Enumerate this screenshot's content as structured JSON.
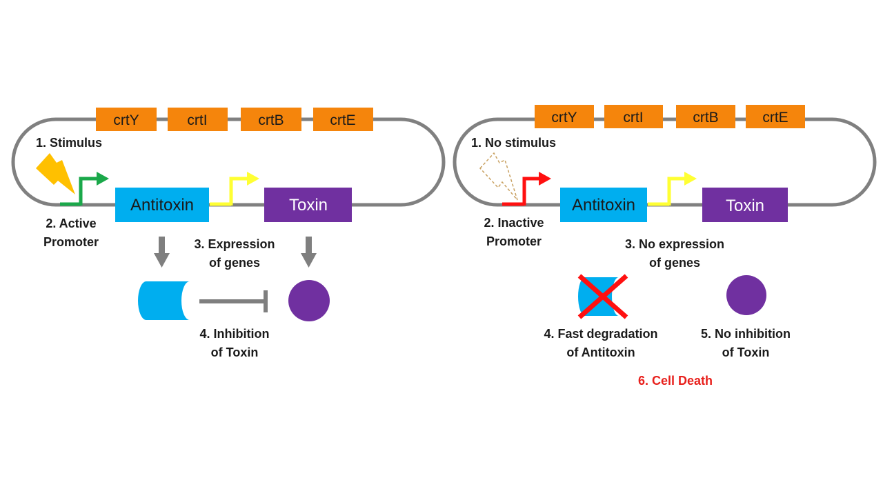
{
  "colors": {
    "plasmid": "#808080",
    "gene_orange": "#f5850c",
    "antitoxin": "#00aeef",
    "toxin": "#7030a0",
    "active_promoter": "#1aa84a",
    "inactive_promoter": "#ff1010",
    "gene_promoter": "#ffff33",
    "stimulus": "#ffc000",
    "death": "#e8201c"
  },
  "left_panel": {
    "genes": [
      "crtY",
      "crtI",
      "crtB",
      "crtE"
    ],
    "antitoxin_label": "Antitoxin",
    "toxin_label": "Toxin",
    "step1": "1. Stimulus",
    "step2_line1": "2. Active",
    "step2_line2": "Promoter",
    "step3_line1": "3. Expression",
    "step3_line2": "of genes",
    "step4_line1": "4. Inhibition",
    "step4_line2": "of Toxin"
  },
  "right_panel": {
    "genes": [
      "crtY",
      "crtI",
      "crtB",
      "crtE"
    ],
    "antitoxin_label": "Antitoxin",
    "toxin_label": "Toxin",
    "step1": "1. No stimulus",
    "step2_line1": "2. Inactive",
    "step2_line2": "Promoter",
    "step3_line1": "3. No expression",
    "step3_line2": "of genes",
    "step4_line1": "4. Fast degradation",
    "step4_line2": "of Antitoxin",
    "step5_line1": "5. No inhibition",
    "step5_line2": "of Toxin",
    "step6": "6. Cell Death"
  }
}
